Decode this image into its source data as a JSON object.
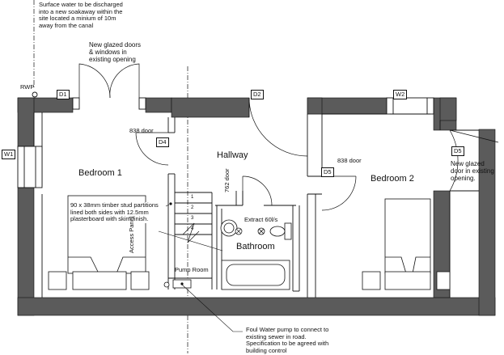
{
  "notes": {
    "surface_water": [
      "Surface water to be discharged",
      "into a new soakaway within the",
      "site located a minium of 10m",
      "away from the canal"
    ],
    "glazed_doors": [
      "New glazed doors",
      "& windows in",
      "existing opening"
    ],
    "partitions": [
      "90 x 38mm timber stud partitions",
      "lined both sides with 12.5mm",
      "plasterboard with skim finish."
    ],
    "new_glazed_door": [
      "New glazed",
      "door in existing",
      "opening."
    ],
    "foul_water": [
      "Foul Water pump to connect to",
      "existing sewer in road.",
      "Specification to be agreed with",
      "building control"
    ]
  },
  "rooms": {
    "bedroom1": "Bedroom 1",
    "bedroom2": "Bedroom 2",
    "hallway": "Hallway",
    "bathroom": "Bathroom",
    "pump_room": "Pump Room",
    "access_panel": "Access Panel"
  },
  "labels": {
    "rwp": "RWP",
    "door_838_a": "838 door",
    "door_838_b": "838 door",
    "door_762": "762 door",
    "extract": "Extract 60l/s"
  },
  "tags": {
    "d1": "D1",
    "d2": "D2",
    "d4": "D4",
    "d5a": "D5",
    "d5b": "D5",
    "w1": "W1",
    "w2": "W2"
  },
  "stairs": [
    "1",
    "2",
    "3",
    "4"
  ],
  "colors": {
    "wall": "#5b5b5b",
    "line": "#111111"
  }
}
